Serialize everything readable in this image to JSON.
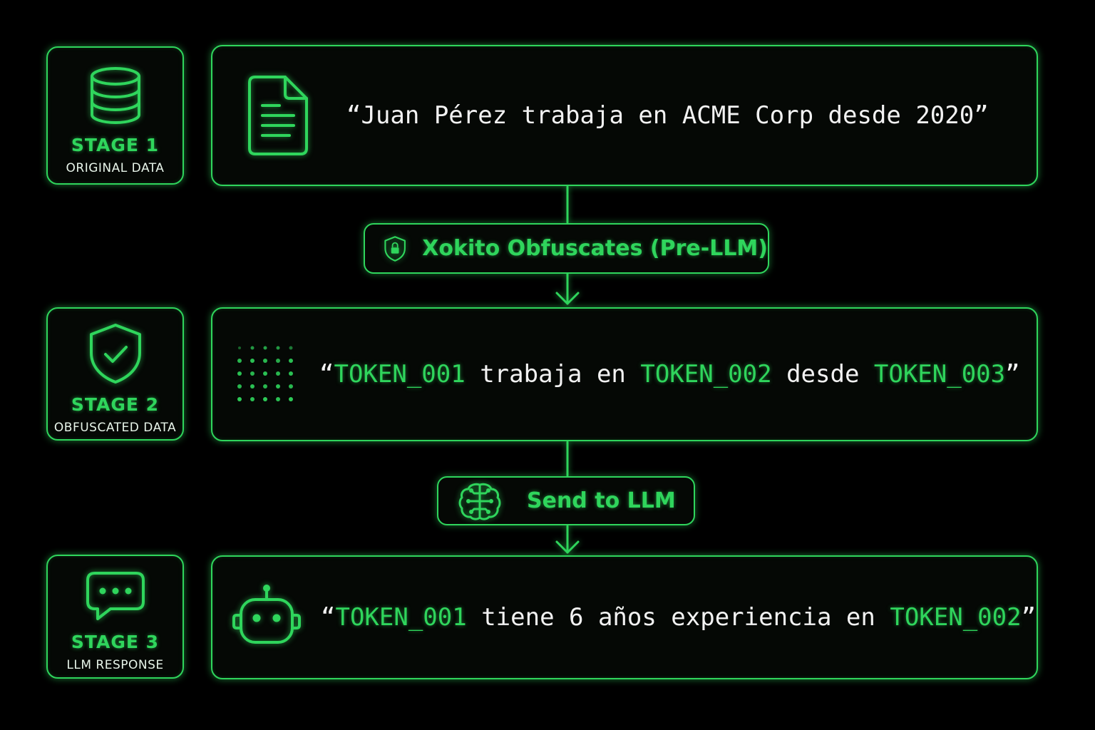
{
  "colors": {
    "background": "#000000",
    "accent": "#2fd55c",
    "text": "#f2f2f2"
  },
  "stages": [
    {
      "title": "STAGE 1",
      "subtitle": "ORIGINAL DATA",
      "icon": "database-icon",
      "content_icon": "document-icon",
      "text": {
        "open_quote": "“",
        "segments": [
          "Juan Pérez trabaja en ACME Corp desde 2020"
        ],
        "close_quote": "”"
      }
    },
    {
      "title": "STAGE 2",
      "subtitle": "OBFUSCATED DATA",
      "icon": "shield-check-icon",
      "content_icon": "dot-grid-icon",
      "text": {
        "open_quote": "“",
        "segments": [
          "TOKEN_001",
          " trabaja en ",
          "TOKEN_002",
          " desde ",
          "TOKEN_003"
        ],
        "close_quote": "”"
      }
    },
    {
      "title": "STAGE 3",
      "subtitle": "LLM RESPONSE",
      "icon": "chat-bubble-icon",
      "content_icon": "robot-icon",
      "text": {
        "open_quote": "“",
        "segments": [
          "TOKEN_001",
          " tiene 6 años experiencia en ",
          "TOKEN_002"
        ],
        "close_quote": "”"
      }
    }
  ],
  "steps": [
    {
      "label": "Xokito Obfuscates (Pre-LLM)",
      "icon": "shield-lock-icon"
    },
    {
      "label": "Send to LLM",
      "icon": "brain-circuit-icon"
    }
  ]
}
